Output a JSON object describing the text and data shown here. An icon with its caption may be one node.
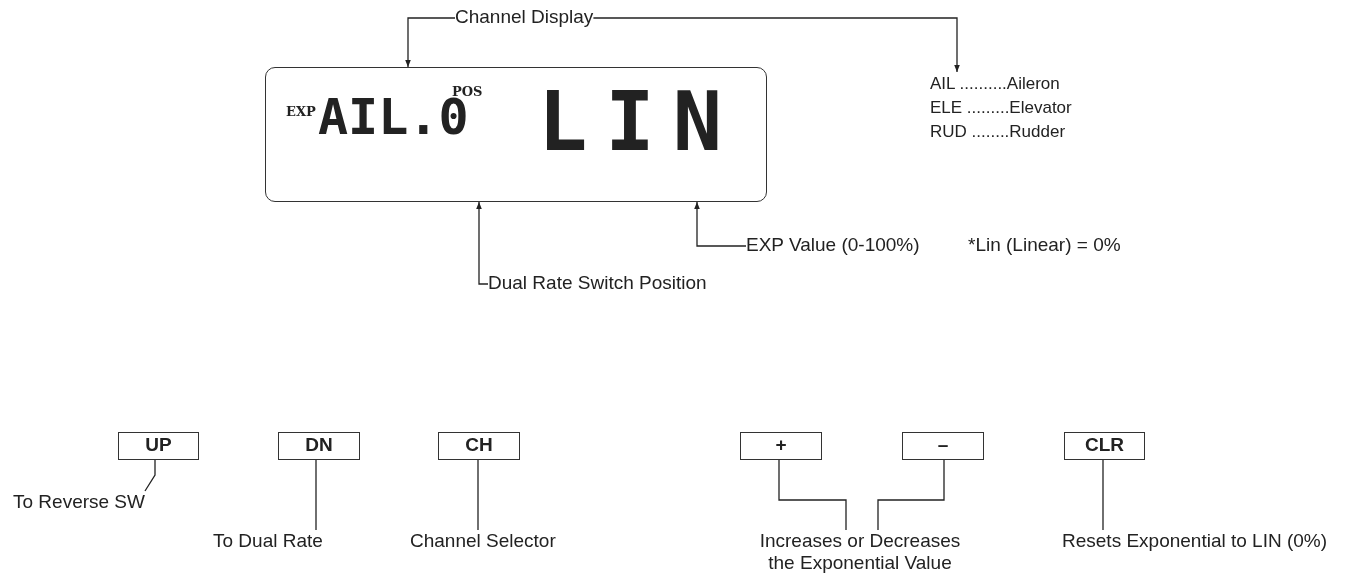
{
  "diagram": {
    "nodes": [
      {
        "text": [
          "Channel Display"
        ]
      },
      {
        "text": [
          "EXP",
          "AIL.0",
          "POS",
          "LIN"
        ]
      },
      {
        "text": [
          "AIL ..........Aileron",
          "ELE .........Elevator",
          "RUD ........Rudder"
        ]
      },
      {
        "text": [
          "EXP Value (0-100%)"
        ]
      },
      {
        "text": [
          "Dual Rate Switch Position"
        ]
      },
      {
        "text": [
          "UP"
        ]
      },
      {
        "text": [
          "DN"
        ]
      },
      {
        "text": [
          "CH"
        ]
      },
      {
        "text": [
          "+"
        ]
      },
      {
        "text": [
          "–"
        ]
      },
      {
        "text": [
          "CLR"
        ]
      },
      {
        "text": [
          "To Reverse SW"
        ]
      },
      {
        "text": [
          "To Dual Rate"
        ]
      },
      {
        "text": [
          "Channel Selector"
        ]
      },
      {
        "text": [
          "Increases or Decreases the Exponential Value"
        ]
      },
      {
        "text": [
          "Resets Exponential to LIN (0%)"
        ]
      }
    ],
    "edges": [
      {
        "from": 0,
        "to": 1,
        "arrow": "to"
      },
      {
        "from": 0,
        "to": 2,
        "arrow": "to"
      },
      {
        "from": 4,
        "to": 1,
        "arrow": "to"
      },
      {
        "from": 3,
        "to": 1,
        "arrow": "to"
      },
      {
        "from": 11,
        "to": 5,
        "arrow": "none"
      },
      {
        "from": 12,
        "to": 6,
        "arrow": "none"
      },
      {
        "from": 13,
        "to": 7,
        "arrow": "none"
      },
      {
        "from": 14,
        "to": 8,
        "arrow": "none"
      },
      {
        "from": 14,
        "to": 9,
        "arrow": "none"
      },
      {
        "from": 15,
        "to": 10,
        "arrow": "none"
      }
    ],
    "labels": [
      "*Lin (Linear) = 0%"
    ]
  }
}
